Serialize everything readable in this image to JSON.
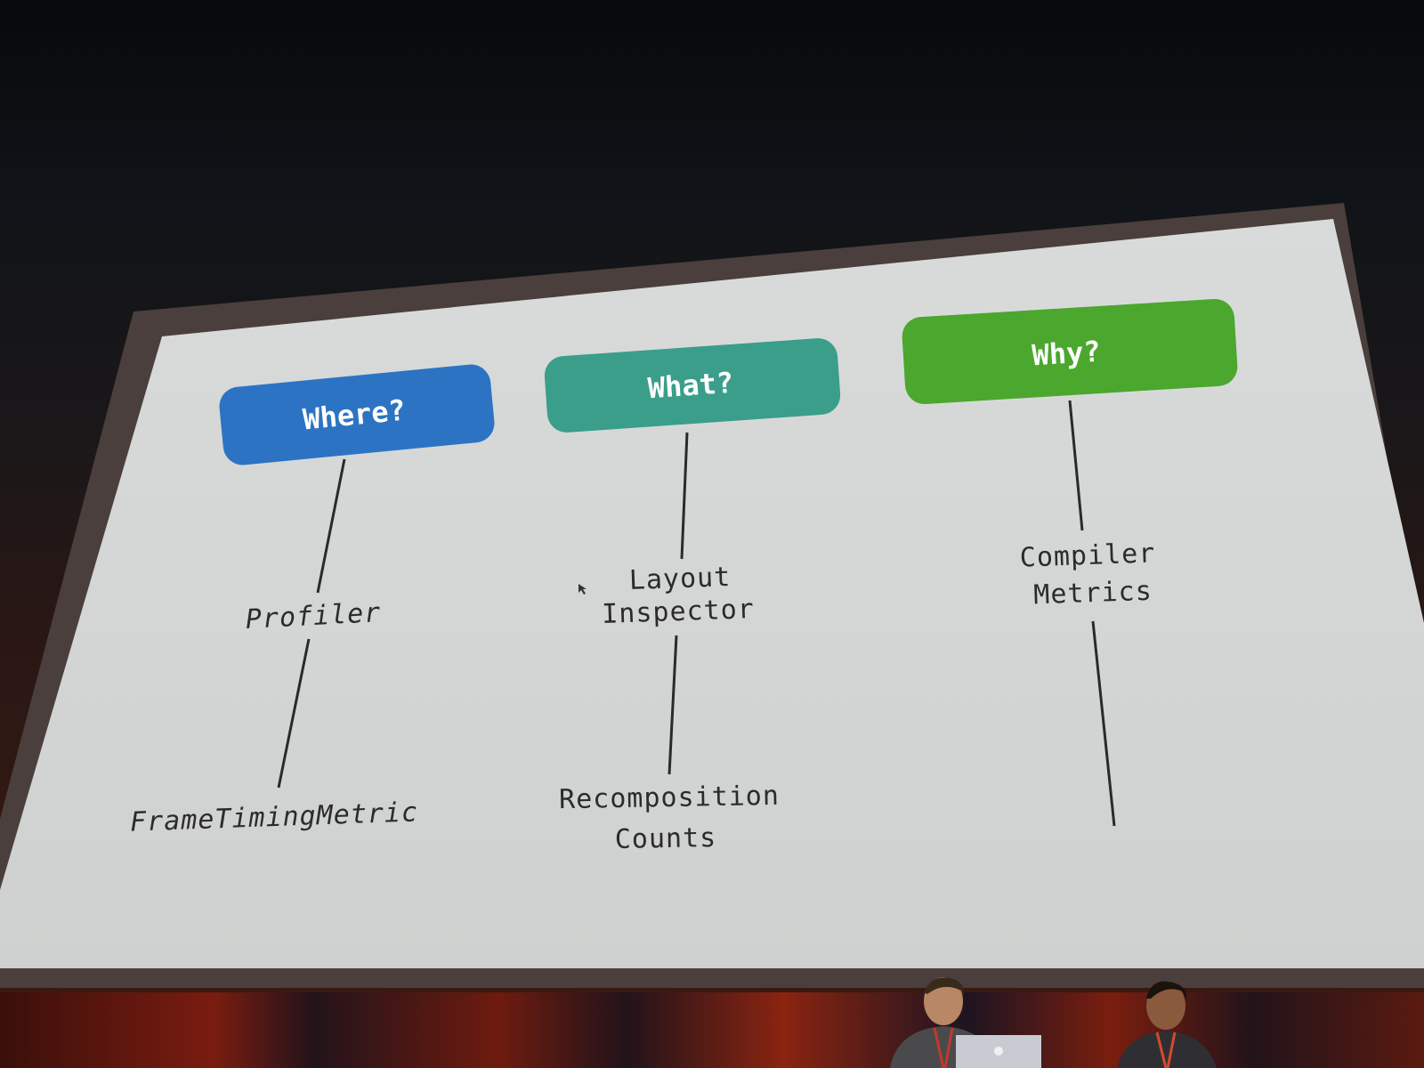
{
  "slide": {
    "columns": [
      {
        "header": "Where?",
        "color": "#2c74c3",
        "items": [
          "Profiler",
          "FrameTimingMetric"
        ]
      },
      {
        "header": "What?",
        "color": "#3a9e8a",
        "items": [
          "Layout",
          "Inspector",
          "Recomposition",
          "Counts"
        ]
      },
      {
        "header": "Why?",
        "color": "#4ba72e",
        "items": [
          "Compiler",
          "Metrics"
        ]
      }
    ]
  },
  "colors": {
    "screen": "#d3d6d6",
    "connector": "#2a2a2a",
    "text": "#2b2b2b"
  }
}
